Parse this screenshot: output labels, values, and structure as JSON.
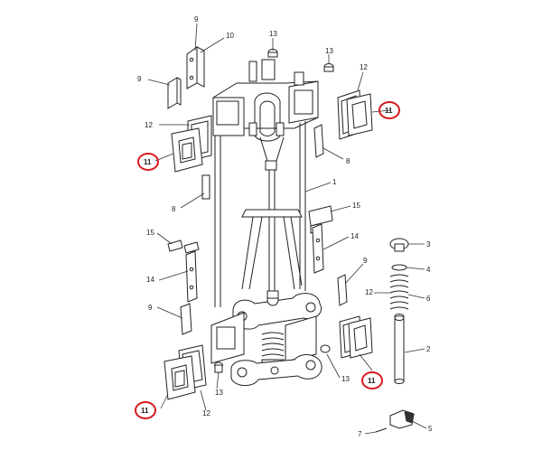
{
  "diagram": {
    "callouts": {
      "c1": "1",
      "c2": "2",
      "c3": "3",
      "c4": "4",
      "c5": "5",
      "c6": "6",
      "c7": "7",
      "c8a": "8",
      "c8b": "8",
      "c9a": "9",
      "c9b": "9",
      "c9c": "9",
      "c9d": "9",
      "c10": "10",
      "c11a": "11",
      "c11b": "11",
      "c11c": "11",
      "c11d": "11",
      "c12a": "12",
      "c12b": "12",
      "c12c": "12",
      "c12d": "12",
      "c13a": "13",
      "c13b": "13",
      "c13c": "13",
      "c13d": "13",
      "c14a": "14",
      "c14b": "14",
      "c15a": "15",
      "c15b": "15"
    },
    "highlight_color": "#d7191c"
  }
}
